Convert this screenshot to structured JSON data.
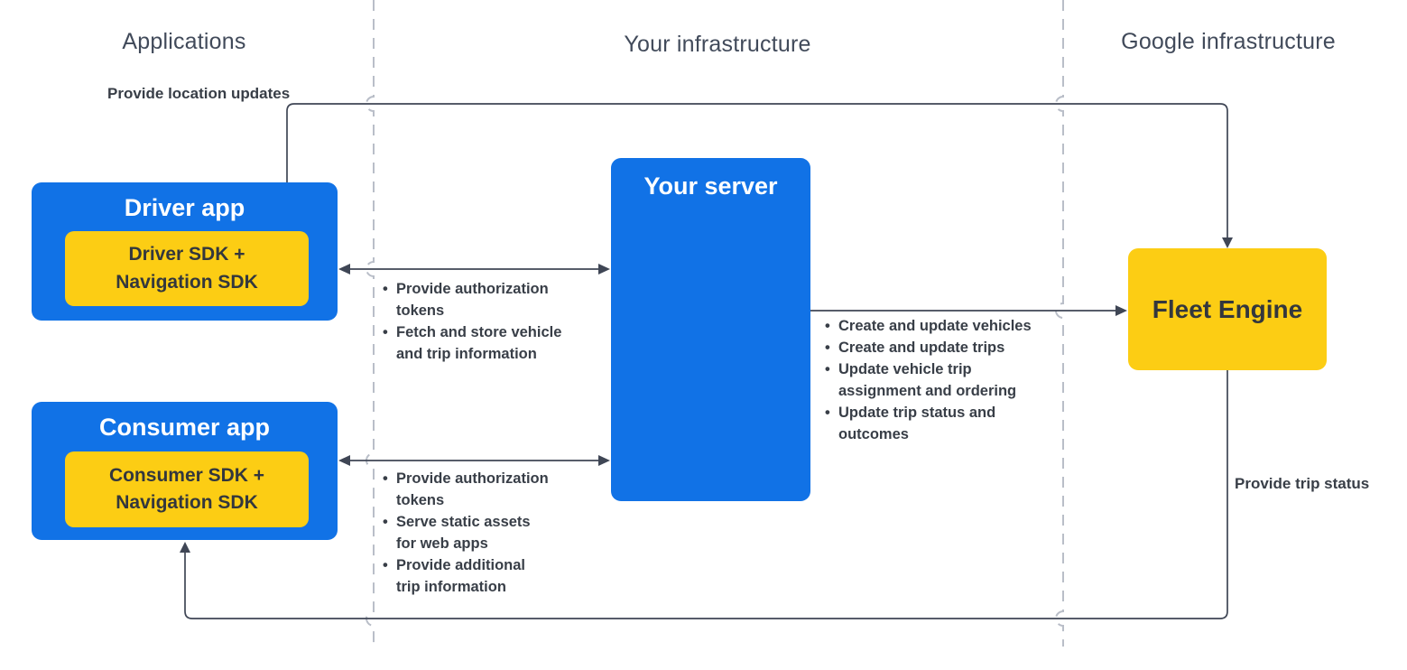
{
  "columns": {
    "applications": "Applications",
    "your_infrastructure": "Your infrastructure",
    "google_infrastructure": "Google infrastructure"
  },
  "nodes": {
    "driver_app": {
      "title": "Driver app",
      "sdk": "Driver SDK +\nNavigation SDK"
    },
    "consumer_app": {
      "title": "Consumer app",
      "sdk": "Consumer SDK +\nNavigation SDK"
    },
    "your_server": {
      "title": "Your server"
    },
    "fleet_engine": {
      "title": "Fleet Engine"
    }
  },
  "edges": {
    "location_updates_label": "Provide location updates",
    "trip_status_label": "Provide trip status",
    "driver_server_bullets": [
      "Provide authorization\ntokens",
      "Fetch and store vehicle\nand trip information"
    ],
    "consumer_server_bullets": [
      "Provide authorization\ntokens",
      "Serve static assets\nfor web apps",
      "Provide additional\ntrip information"
    ],
    "server_fleet_bullets": [
      "Create and update vehicles",
      "Create and update trips",
      "Update vehicle trip\nassignment and ordering",
      "Update trip status and\noutcomes"
    ]
  },
  "colors": {
    "blue": "#1172e6",
    "yellow": "#fccd14",
    "line": "#3f4655",
    "divider": "#b9bec8",
    "header_text": "#414a5a",
    "dark_text": "#33373d",
    "bullet_text": "#383e47"
  }
}
